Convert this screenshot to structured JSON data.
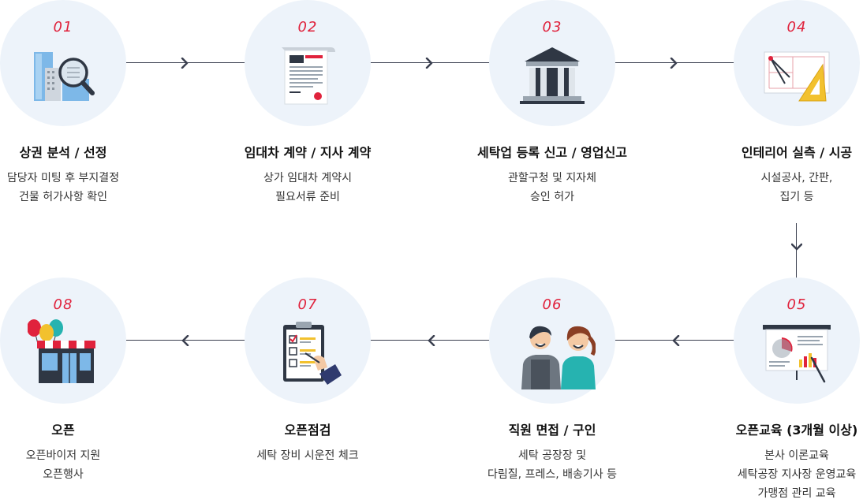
{
  "steps": [
    {
      "num": "01",
      "title": "상권 분석 / 선정",
      "desc": [
        "담당자 미팅 후 부지결정",
        "건물 허가사항 확인"
      ],
      "icon": "building-search-icon"
    },
    {
      "num": "02",
      "title": "임대차 계약 / 지사 계약",
      "desc": [
        "상가 임대차 계약시",
        "필요서류 준비"
      ],
      "icon": "contract-document-icon"
    },
    {
      "num": "03",
      "title": "세탁업 등록 신고 / 영업신고",
      "desc": [
        "관할구청 및 지자체",
        "승인 허가"
      ],
      "icon": "government-building-icon"
    },
    {
      "num": "04",
      "title": "인테리어 실측 / 시공",
      "desc": [
        "시설공사, 간판,",
        "집기 등"
      ],
      "icon": "blueprint-ruler-icon"
    },
    {
      "num": "05",
      "title": "오픈교육 (3개월 이상)",
      "desc": [
        "본사 이론교육",
        "세탁공장 지사장 운영교육",
        "가맹점 관리 교육"
      ],
      "icon": "presentation-board-icon"
    },
    {
      "num": "06",
      "title": "직원 면접 / 구인",
      "desc": [
        "세탁 공장장 및",
        "다림질, 프레스, 배송기사 등"
      ],
      "icon": "staff-people-icon"
    },
    {
      "num": "07",
      "title": "오픈점검",
      "desc": [
        "세탁 장비 시운전 체크"
      ],
      "icon": "checklist-clipboard-icon"
    },
    {
      "num": "08",
      "title": "오픈",
      "desc": [
        "오픈바이저 지원",
        "오픈행사"
      ],
      "icon": "store-balloons-icon"
    }
  ],
  "colors": {
    "accent": "#e0223c",
    "circle": "#edf3fa",
    "line": "#3a3f4f"
  }
}
